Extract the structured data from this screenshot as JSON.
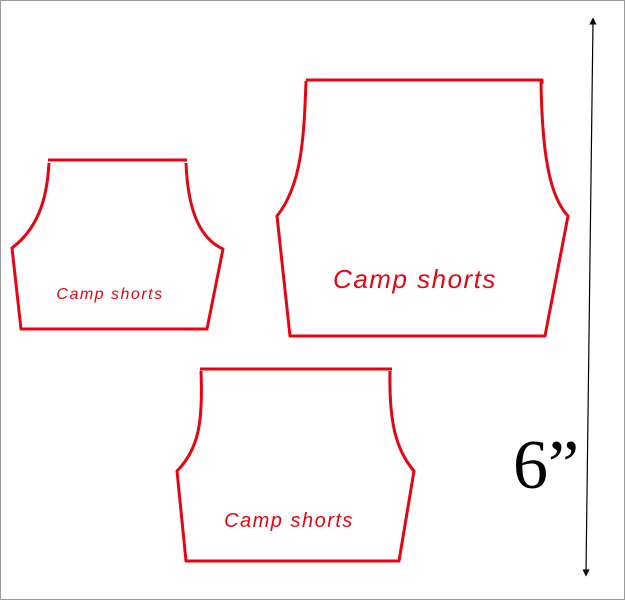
{
  "pattern_pieces": [
    {
      "id": "small",
      "label": "Camp shorts"
    },
    {
      "id": "large",
      "label": "Camp shorts"
    },
    {
      "id": "medium",
      "label": "Camp shorts"
    }
  ],
  "scale": {
    "label": "6”"
  },
  "colors": {
    "outline": "#e30613",
    "label": "#e30613",
    "scale": "#000000"
  }
}
